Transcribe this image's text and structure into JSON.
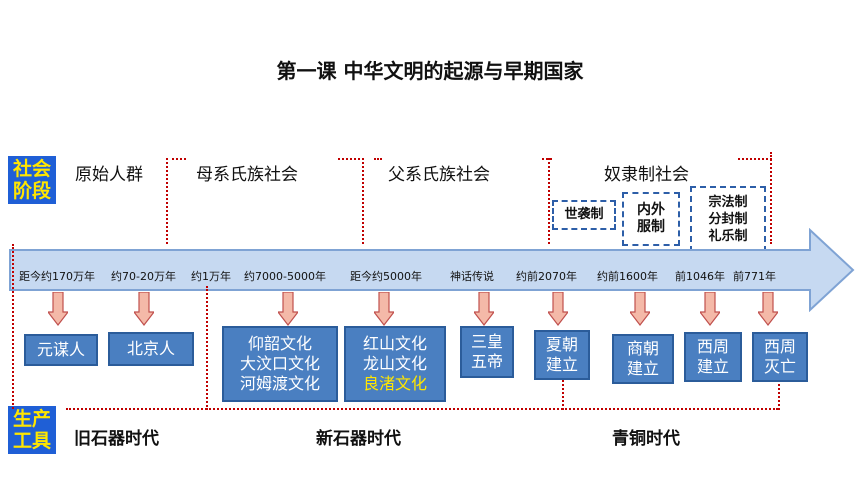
{
  "title": "第一课  中华文明的起源与早期国家",
  "side_labels": {
    "society_stage": [
      "社会",
      "阶段"
    ],
    "production_tools": [
      "生产",
      "工具"
    ]
  },
  "stages": [
    "原始人群",
    "母系氏族社会",
    "父系氏族社会",
    "奴隶制社会"
  ],
  "institutions": {
    "hereditary": "世袭制",
    "inner_outer": [
      "内外",
      "服制"
    ],
    "zhou_systems": [
      "宗法制",
      "分封制",
      "礼乐制"
    ]
  },
  "timeline_dates": [
    "距今约170万年",
    "约70-20万年",
    "约1万年",
    "约7000-5000年",
    "距今约5000年",
    "神话传说",
    "约前2070年",
    "约前1600年",
    "前1046年",
    "前771年"
  ],
  "events": {
    "yuanmou": "元谋人",
    "peking": "北京人",
    "neolithic_south": [
      "仰韶文化",
      "大汶口文化",
      "河姆渡文化"
    ],
    "neolithic_north": [
      "红山文化",
      "龙山文化",
      "良渚文化"
    ],
    "sanhuang": [
      "三皇",
      "五帝"
    ],
    "xia": [
      "夏朝",
      "建立"
    ],
    "shang": [
      "商朝",
      "建立"
    ],
    "xizhou_found": [
      "西周",
      "建立"
    ],
    "xizhou_fall": [
      "西周",
      "灭亡"
    ]
  },
  "eras": [
    "旧石器时代",
    "新石器时代",
    "青铜时代"
  ],
  "colors": {
    "label_bg": "#1f5fd6",
    "label_text": "#ffe600",
    "box_fill": "#4a7fc1",
    "timeline_fill": "#c6d9f1",
    "dotted": "#c00000",
    "arrow": "#f4b9a8"
  }
}
